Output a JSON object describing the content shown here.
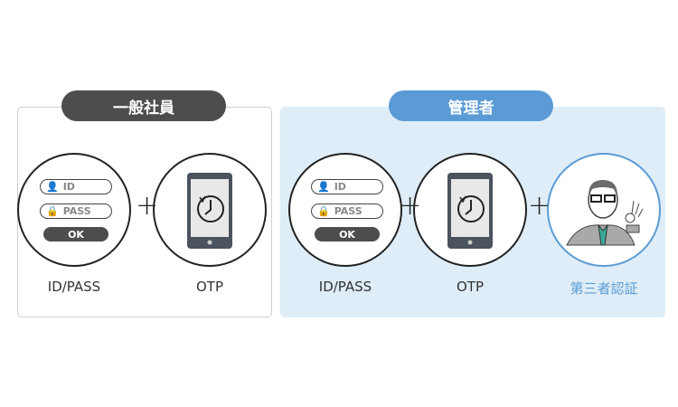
{
  "groups": [
    {
      "title": "一般社員",
      "color": "#4d4d4d",
      "items": [
        "ID/PASS",
        "OTP"
      ]
    },
    {
      "title": "管理者",
      "color": "#5b9bd5",
      "items": [
        "ID/PASS",
        "OTP",
        "第三者認証"
      ]
    }
  ],
  "login": {
    "id": "ID",
    "pass": "PASS",
    "ok": "OK"
  },
  "plus": "+"
}
